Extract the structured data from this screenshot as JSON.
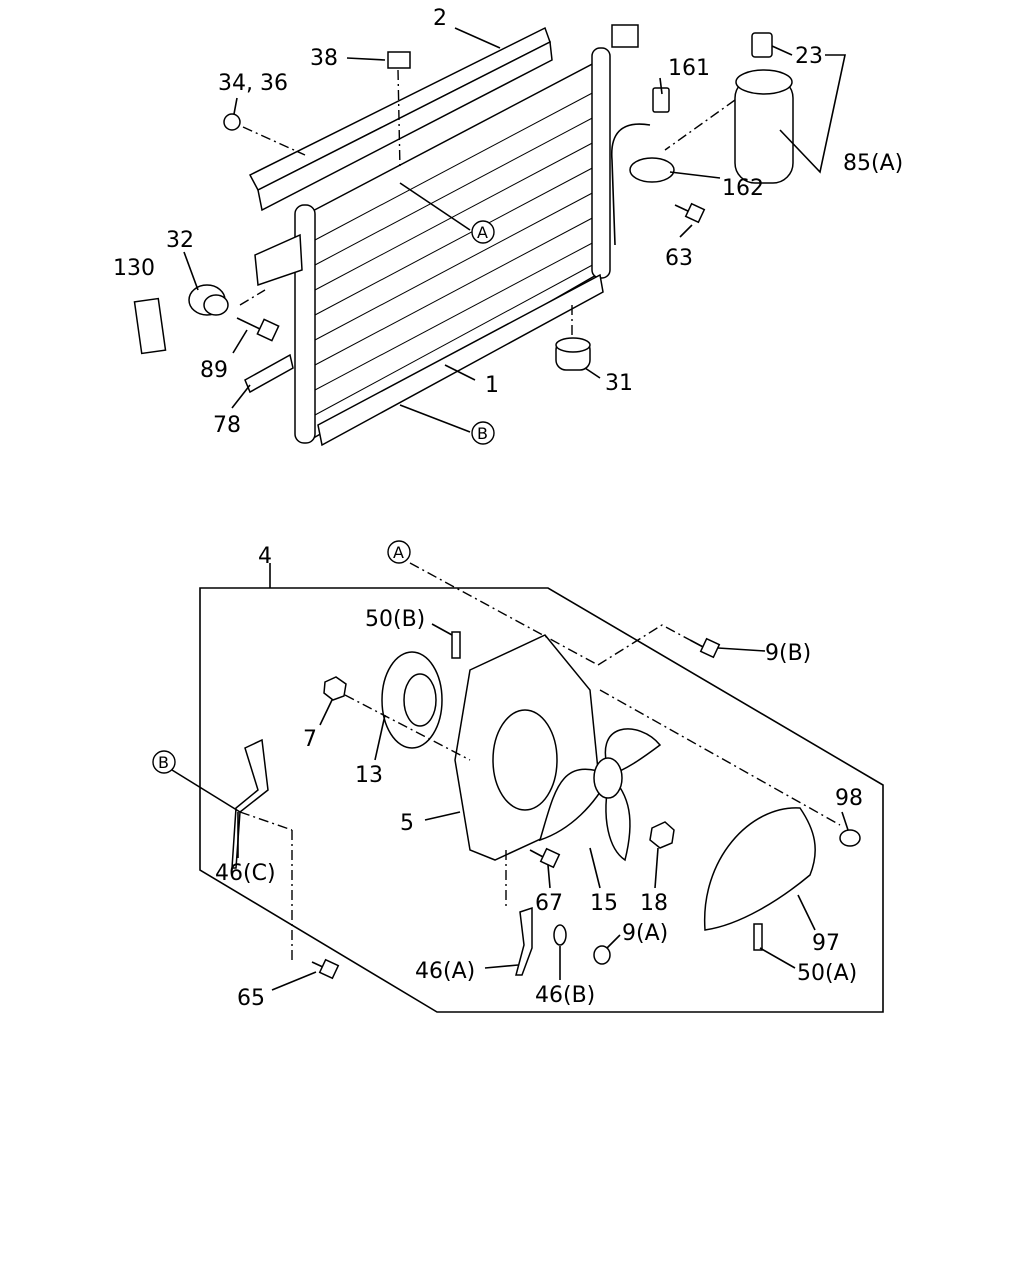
{
  "labels": {
    "l2": "2",
    "l38": "38",
    "l3436": "34, 36",
    "l161": "161",
    "l23": "23",
    "l85a": "85(A)",
    "l162": "162",
    "l63": "63",
    "l32": "32",
    "l130": "130",
    "l89": "89",
    "l78": "78",
    "l1": "1",
    "l31": "31",
    "l4": "4",
    "l50b": "50(B)",
    "l9b": "9(B)",
    "l7": "7",
    "l13": "13",
    "l5": "5",
    "l46c": "46(C)",
    "l98": "98",
    "l67": "67",
    "l15": "15",
    "l18": "18",
    "l9a": "9(A)",
    "l97": "97",
    "l46a": "46(A)",
    "l46b": "46(B)",
    "l50a": "50(A)",
    "l65": "65"
  },
  "refs": {
    "a_upper": "A",
    "b_upper": "B",
    "a_lower": "A",
    "b_lower": "B"
  }
}
